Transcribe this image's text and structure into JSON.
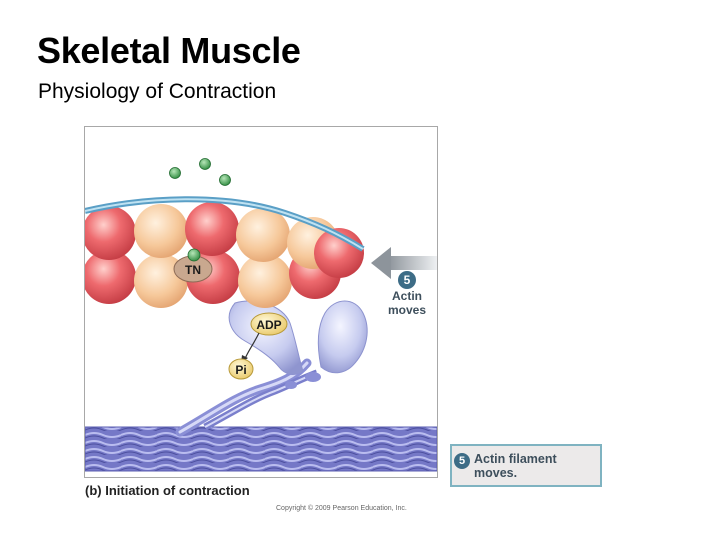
{
  "slide": {
    "title": "Skeletal Muscle",
    "subtitle": "Physiology of Contraction"
  },
  "figure": {
    "caption": "(b) Initiation of contraction",
    "copyright": "Copyright © 2009 Pearson Education, Inc.",
    "labels": {
      "troponin": "TN",
      "adp": "ADP",
      "pi": "Pi",
      "step_number": "5",
      "step_line1": "Actin",
      "step_line2": "moves"
    }
  },
  "callout": {
    "number": "5",
    "line1": "Actin filament",
    "line2": "moves."
  },
  "colors": {
    "actin_red": "#e8555c",
    "actin_peach": "#f6c89a",
    "tropomyosin_blue": "#7ab8d8",
    "myosin_head": "#b9bfe8",
    "thick_filament": "#6f72c2",
    "calcium_green": "#3a9a4e",
    "arrow_gray": "#9aa0a6",
    "step_badge": "#3d6c86",
    "callout_border": "#7fb3c1"
  }
}
